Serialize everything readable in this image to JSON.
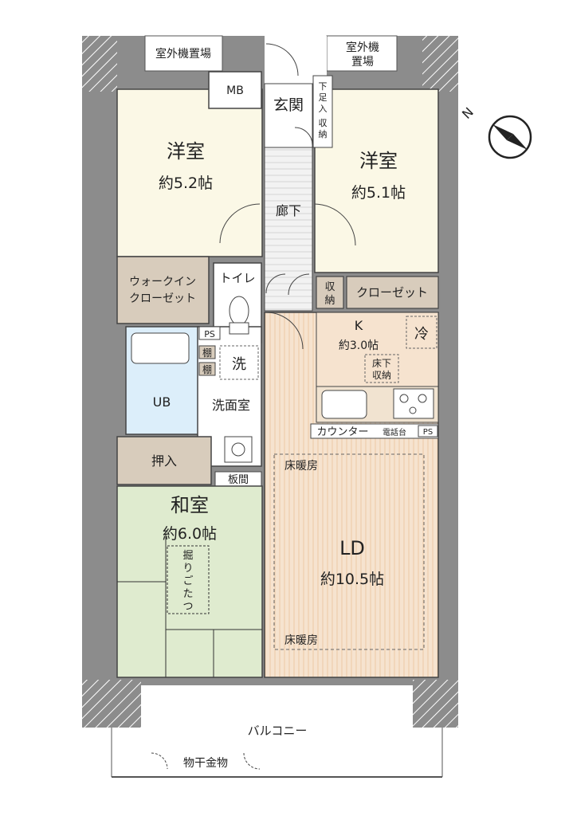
{
  "rooms": {
    "western_left": {
      "name": "洋室",
      "size": "約5.2帖"
    },
    "western_right": {
      "name": "洋室",
      "size": "約5.1帖"
    },
    "japanese": {
      "name": "和室",
      "size": "約6.0帖"
    },
    "ld": {
      "name": "LD",
      "size": "約10.5帖"
    },
    "kitchen": {
      "name": "K",
      "size": "約3.0帖"
    }
  },
  "labels": {
    "outdoor_unit_left": "室外機置場",
    "outdoor_unit_right_1": "室外機",
    "outdoor_unit_right_2": "置場",
    "mb": "MB",
    "entrance": "玄関",
    "shoe_storage": [
      "下",
      "足",
      "入",
      "収",
      "納"
    ],
    "hallway": "廊下",
    "walk_in_1": "ウォークイン",
    "walk_in_2": "クローゼット",
    "toilet": "トイレ",
    "storage_1": "収",
    "storage_2": "納",
    "closet": "クローゼット",
    "ps_bath": "PS",
    "shelf_1": "棚",
    "shelf_2": "棚",
    "washer": "洗",
    "ub": "UB",
    "washroom": "洗面室",
    "refrigerator": "冷",
    "underfloor_1": "床下",
    "underfloor_2": "収納",
    "counter": "カウンター",
    "phone_stand": "電話台",
    "ps_kitchen": "PS",
    "oshiire": "押入",
    "itama": "板間",
    "kotatsu": [
      "掘",
      "り",
      "ご",
      "た",
      "つ"
    ],
    "floor_heating_top": "床暖房",
    "floor_heating_bottom": "床暖房",
    "balcony": "バルコニー",
    "laundry_hanger": "物干金物"
  },
  "compass": {
    "letter": "N"
  },
  "colors": {
    "wall": "#8c8c8c",
    "western": "#fbf8e6",
    "japanese": "#dfebcf",
    "ld": "#f6e3cf",
    "storage": "#d8ccbc",
    "bath": "#dceefa",
    "hall": "#f2f2f2"
  }
}
